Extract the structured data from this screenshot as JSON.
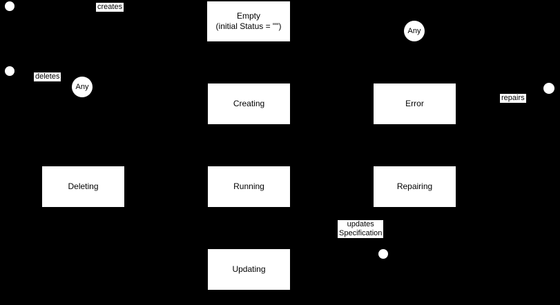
{
  "diagram": {
    "background_color": "#000000",
    "node_fill_color": "#ffffff",
    "node_text_color": "#000000",
    "states": {
      "empty": {
        "label": "Empty",
        "sublabel": "(initial Status = \"\")"
      },
      "creating": {
        "label": "Creating"
      },
      "running": {
        "label": "Running"
      },
      "updating": {
        "label": "Updating"
      },
      "deleting": {
        "label": "Deleting"
      },
      "error": {
        "label": "Error"
      },
      "repairing": {
        "label": "Repairing"
      }
    },
    "any_nodes": {
      "left": {
        "label": "Any"
      },
      "right": {
        "label": "Any"
      }
    },
    "edge_labels": {
      "creates": "creates",
      "deletes": "deletes",
      "repairs": "repairs",
      "updates_line1": "updates",
      "updates_line2": "Specification"
    }
  }
}
